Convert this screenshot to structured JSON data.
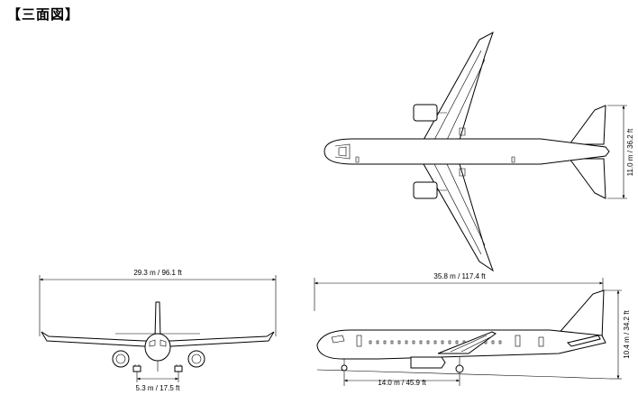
{
  "page": {
    "title": "【三面図】"
  },
  "views": {
    "top": {
      "wingspan_dim": "11.0 m / 36.2 ft"
    },
    "front": {
      "span_dim": "29.3 m / 96.1 ft",
      "track_dim": "5.3 m / 17.5 ft"
    },
    "side": {
      "length_dim": "35.8 m / 117.4 ft",
      "height_dim": "10.4 m / 34.2 ft",
      "wheelbase_dim": "14.0 m / 45.9 ft"
    }
  }
}
